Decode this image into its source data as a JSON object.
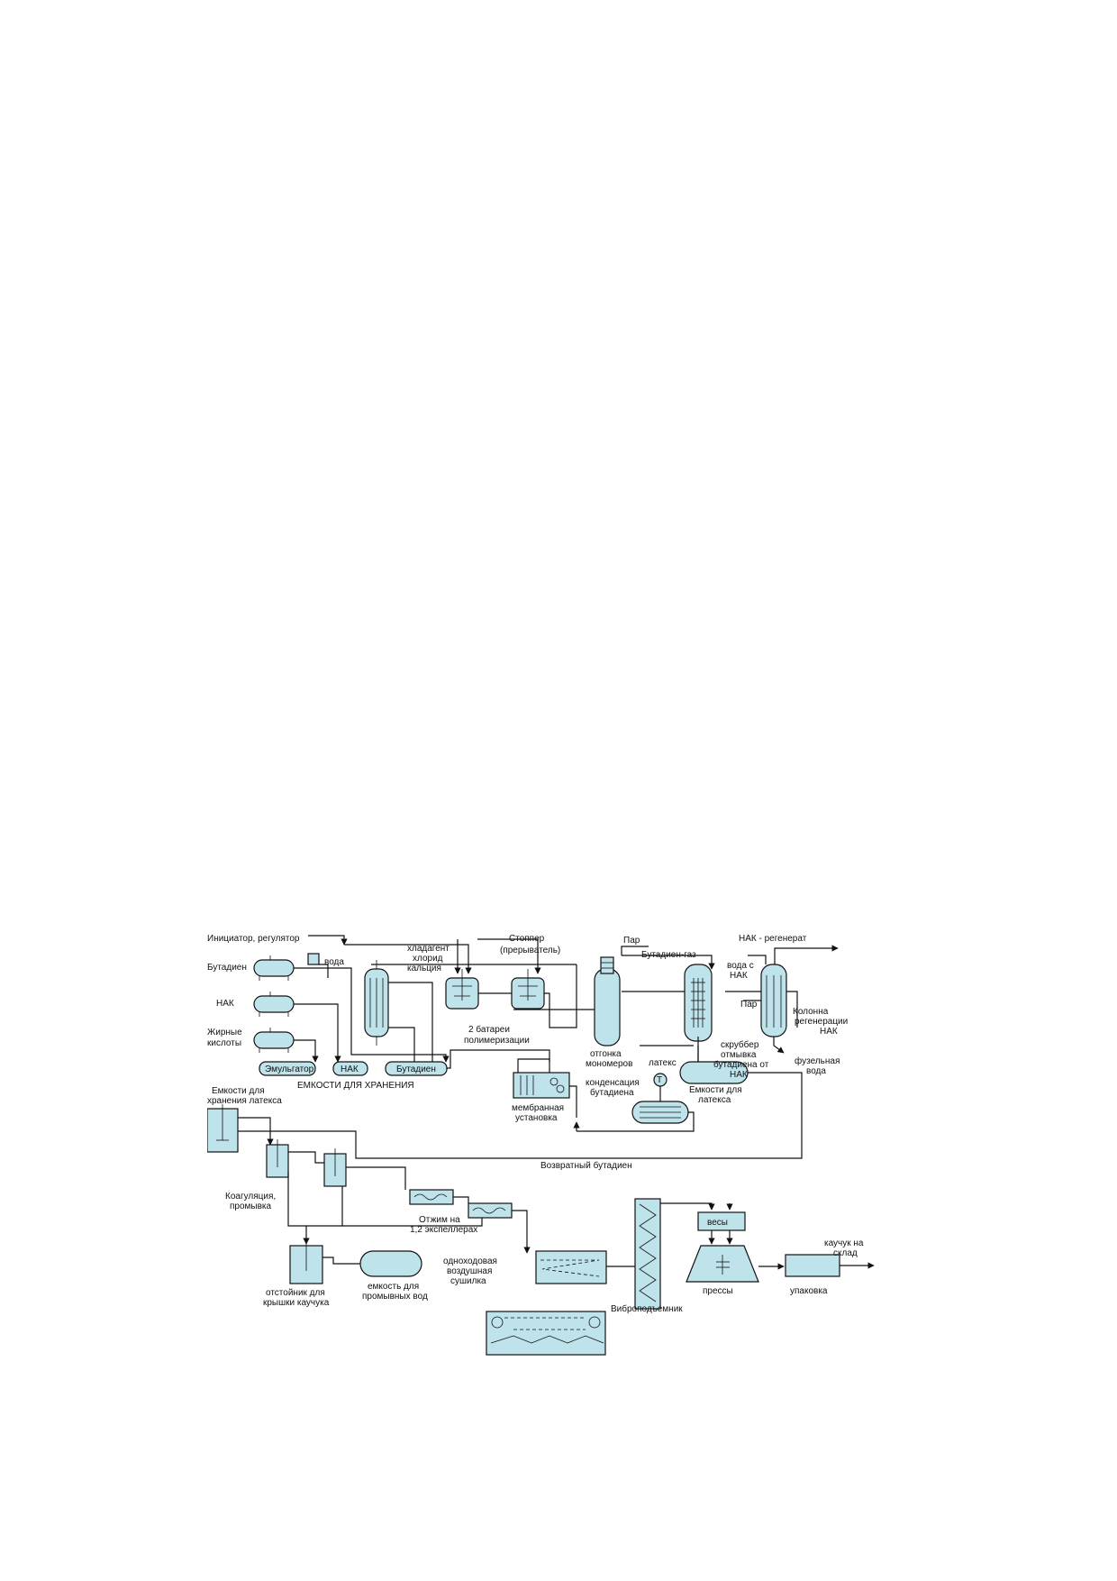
{
  "labels": {
    "initiator": "Инициатор, регулятор",
    "butadiene": "Бутадиен",
    "nak": "НАК",
    "fatty_acids_1": "Жирные",
    "fatty_acids_2": "кислоты",
    "water": "вода",
    "coolant_1": "хладагент",
    "coolant_2": "хлорид",
    "coolant_3": "кальция",
    "stopper_1": "Стоппер",
    "stopper_2": "(прерыватель)",
    "batteries_1": "2 батареи",
    "batteries_2": "полимеризации",
    "steam_1": "Пар",
    "steam_2": "Пар",
    "butadiene_gas": "Бутадиен-газ",
    "nak_regen": "НАК - регенерат",
    "water_with_1": "вода с",
    "water_with_2": "НАК",
    "column_1": "Колонна",
    "column_2": "регенерации",
    "column_3": "НАК",
    "stripping_1": "отгонка",
    "stripping_2": "мономеров",
    "latex": "латекс",
    "scrubber_1": "скруббер",
    "scrubber_2": "отмывка",
    "scrubber_3": "бутадиена от",
    "scrubber_4": "НАК",
    "fusel_1": "фузельная",
    "fusel_2": "вода",
    "tank_emulsifier": "Эмульгатор",
    "tank_nak": "НАК",
    "tank_butadiene": "Бутадиен",
    "storage_tanks": "ЕМКОСТИ ДЛЯ ХРАНЕНИЯ",
    "membrane_1": "мембранная",
    "membrane_2": "установка",
    "condensation_1": "конденсация",
    "condensation_2": "бутадиена",
    "t_symbol": "T",
    "latex_tanks_1": "Емкости для",
    "latex_tanks_2": "латекса",
    "latex_storage_1": "Емкости для",
    "latex_storage_2": "хранения латекса",
    "return_butadiene": "Возвратный бутадиен",
    "coagulation_1": "Коагуляция,",
    "coagulation_2": "промывка",
    "squeeze_1": "Отжим на",
    "squeeze_2": "1,2 экспеллерах",
    "dryer_1": "одноходовая",
    "dryer_2": "воздушная",
    "dryer_3": "сушилка",
    "vibro_lift": "Виброподъемник",
    "scales": "весы",
    "presses": "прессы",
    "packing": "упаковка",
    "rubber_1": "каучук на",
    "rubber_2": "склад",
    "settler_1": "отстойник для",
    "settler_2": "крышки каучука",
    "wash_tank_1": "емкость для",
    "wash_tank_2": "промывных вод"
  }
}
